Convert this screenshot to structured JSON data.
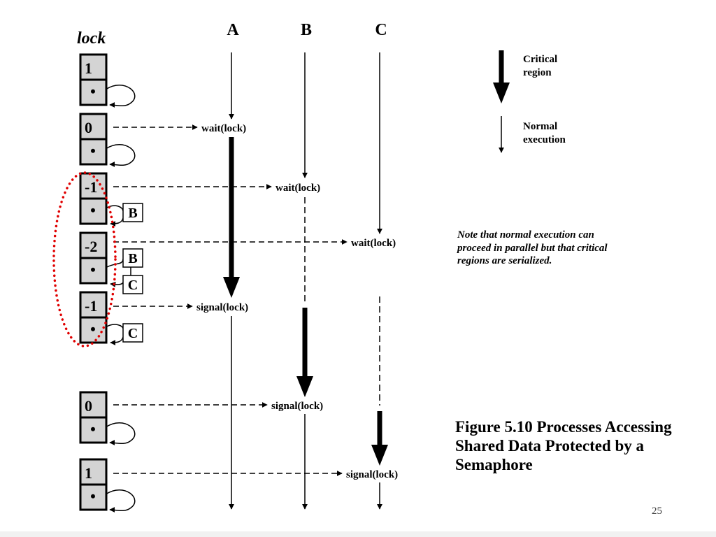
{
  "diagram": {
    "lock_heading": "lock",
    "processes": [
      "A",
      "B",
      "C"
    ],
    "lock_states": [
      {
        "count": "1",
        "pointer": "•",
        "queue": []
      },
      {
        "count": "0",
        "pointer": "•",
        "queue": []
      },
      {
        "count": "-1",
        "pointer": "•",
        "queue": [
          "B"
        ]
      },
      {
        "count": "-2",
        "pointer": "•",
        "queue": [
          "B",
          "C"
        ]
      },
      {
        "count": "-1",
        "pointer": "•",
        "queue": [
          "C"
        ]
      },
      {
        "count": "0",
        "pointer": "•",
        "queue": []
      },
      {
        "count": "1",
        "pointer": "•",
        "queue": []
      }
    ],
    "operations": [
      {
        "label": "wait(lock)"
      },
      {
        "label": "wait(lock)"
      },
      {
        "label": "wait(lock)"
      },
      {
        "label": "signal(lock)"
      },
      {
        "label": "signal(lock)"
      },
      {
        "label": "signal(lock)"
      }
    ],
    "legend": {
      "critical": "Critical region",
      "normal": "Normal execution"
    },
    "highlight_color": "#e00000"
  },
  "note": "Note that normal execution can proceed in parallel but that critical regions are serialized.",
  "caption": "Figure 5.10 Processes Accessing Shared Data Protected by a Semaphore",
  "page_number": "25"
}
